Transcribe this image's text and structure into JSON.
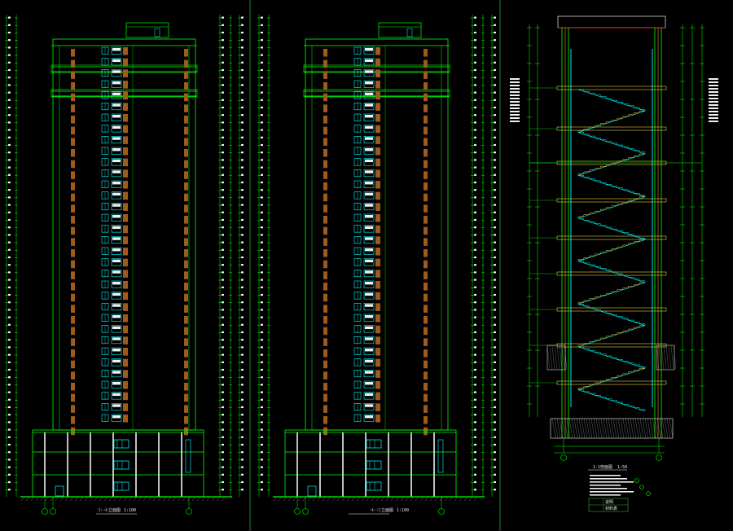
{
  "theme": {
    "background": "#000000",
    "frame": "#3aa83a",
    "wall": "#00ff00",
    "glass": "#00d8e8",
    "brown": "#a05a1a",
    "yellow": "#e8d040",
    "orange": "#ff8800",
    "red": "#ff3030",
    "white": "#f0f0f0",
    "cyan": "#00ffff",
    "gray": "#9a9a9a"
  },
  "drawing": {
    "elevation_1_floors": 33,
    "elevation_2_floors": 33,
    "podium_floors": 3,
    "stair_flights": 15
  },
  "sheets": [
    {
      "name": "elevation-left",
      "caption": "①-④立面图",
      "scale": "1:100"
    },
    {
      "name": "elevation-middle",
      "caption": "④-①立面图",
      "scale": "1:100"
    },
    {
      "name": "stair-section",
      "caption": "1-1剖面图",
      "scale": "1:50"
    }
  ],
  "legend": {
    "rows": [
      "说明",
      "材料表"
    ]
  }
}
